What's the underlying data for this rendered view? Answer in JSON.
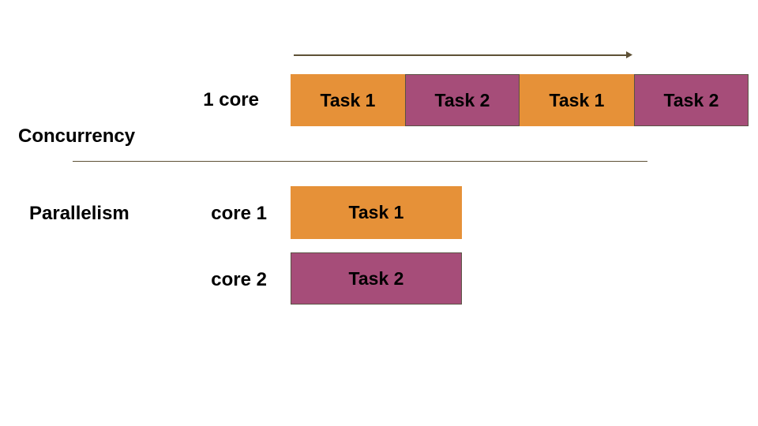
{
  "colors": {
    "orange": "#E69138",
    "purple": "#A64D79",
    "line": "#5E5136",
    "block_border": "#5B5244",
    "text": "#000000"
  },
  "concurrency": {
    "section_label": "Concurrency",
    "row_label": "1 core",
    "timeline_blocks": [
      {
        "label": "Task 1",
        "color": "orange"
      },
      {
        "label": "Task 2",
        "color": "purple"
      },
      {
        "label": "Task 1",
        "color": "orange"
      },
      {
        "label": "Task 2",
        "color": "purple"
      }
    ]
  },
  "parallelism": {
    "section_label": "Parallelism",
    "rows": [
      {
        "row_label": "core 1",
        "block": {
          "label": "Task 1",
          "color": "orange"
        }
      },
      {
        "row_label": "core 2",
        "block": {
          "label": "Task 2",
          "color": "purple"
        }
      }
    ]
  }
}
